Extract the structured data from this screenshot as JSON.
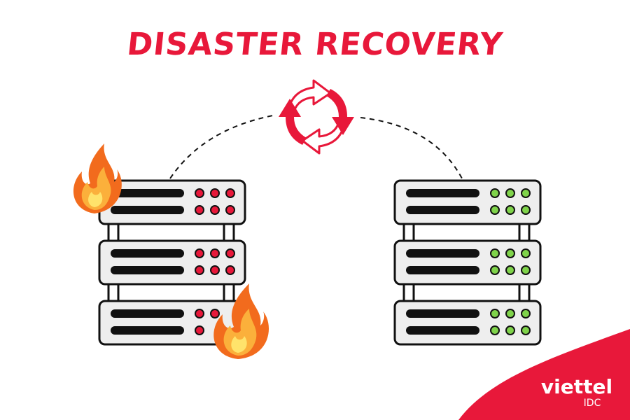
{
  "title": "DISASTER RECOVERY",
  "brand": {
    "name": "viettel",
    "sub": "IDC"
  },
  "colors": {
    "accent": "#e8183a",
    "failed_led": "#e8183a",
    "healthy_led": "#7fd34a",
    "server_body": "#eeeeee",
    "outline": "#111111"
  },
  "icons": {
    "sync": "sync-arrows-icon",
    "fire": "fire-icon",
    "server": "server-rack-icon"
  },
  "primary_site": {
    "status": "failed",
    "units": 3
  },
  "recovery_site": {
    "status": "healthy",
    "units": 3
  }
}
